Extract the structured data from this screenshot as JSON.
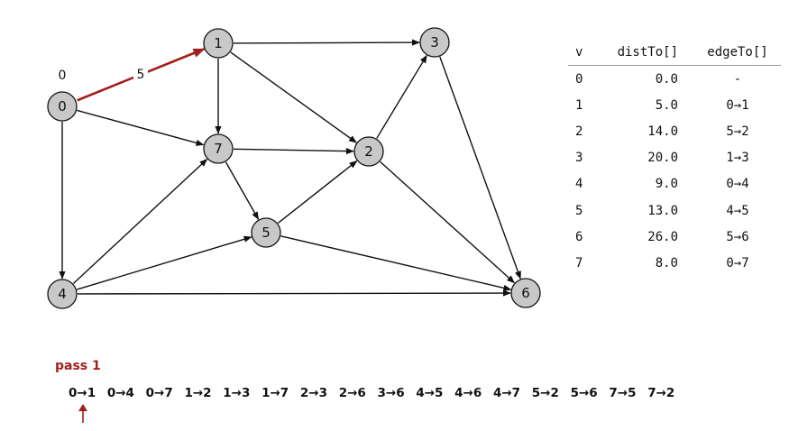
{
  "colors": {
    "highlight": "#a11f1a",
    "node_fill": "#c8c8c8",
    "edge": "#111111"
  },
  "graph": {
    "nodes": [
      {
        "id": "0"
      },
      {
        "id": "1"
      },
      {
        "id": "2"
      },
      {
        "id": "3"
      },
      {
        "id": "4"
      },
      {
        "id": "5"
      },
      {
        "id": "6"
      },
      {
        "id": "7"
      }
    ],
    "edges": [
      {
        "from": "0",
        "to": "1",
        "weight": "5",
        "highlight": true
      },
      {
        "from": "0",
        "to": "7"
      },
      {
        "from": "0",
        "to": "4"
      },
      {
        "from": "1",
        "to": "3"
      },
      {
        "from": "1",
        "to": "2"
      },
      {
        "from": "1",
        "to": "7"
      },
      {
        "from": "7",
        "to": "2"
      },
      {
        "from": "7",
        "to": "5"
      },
      {
        "from": "2",
        "to": "3"
      },
      {
        "from": "2",
        "to": "6"
      },
      {
        "from": "3",
        "to": "6"
      },
      {
        "from": "4",
        "to": "7"
      },
      {
        "from": "4",
        "to": "5"
      },
      {
        "from": "4",
        "to": "6"
      },
      {
        "from": "5",
        "to": "2"
      },
      {
        "from": "5",
        "to": "6"
      }
    ],
    "dist_labels": [
      {
        "node": "0",
        "text": "0"
      }
    ]
  },
  "table": {
    "headers": {
      "v": "v",
      "dist": "distTo[]",
      "edge": "edgeTo[]"
    },
    "rows": [
      {
        "v": "0",
        "dist": "0.0",
        "edge": "-"
      },
      {
        "v": "1",
        "dist": "5.0",
        "edge": "0→1"
      },
      {
        "v": "2",
        "dist": "14.0",
        "edge": "5→2"
      },
      {
        "v": "3",
        "dist": "20.0",
        "edge": "1→3"
      },
      {
        "v": "4",
        "dist": "9.0",
        "edge": "0→4"
      },
      {
        "v": "5",
        "dist": "13.0",
        "edge": "4→5"
      },
      {
        "v": "6",
        "dist": "26.0",
        "edge": "5→6"
      },
      {
        "v": "7",
        "dist": "8.0",
        "edge": "0→7"
      }
    ]
  },
  "pass": {
    "title": "pass 1",
    "edges": [
      "0→1",
      "0→4",
      "0→7",
      "1→2",
      "1→3",
      "1→7",
      "2→3",
      "2→6",
      "3→6",
      "4→5",
      "4→6",
      "4→7",
      "5→2",
      "5→6",
      "7→5",
      "7→2"
    ],
    "pointer_index": 0
  }
}
